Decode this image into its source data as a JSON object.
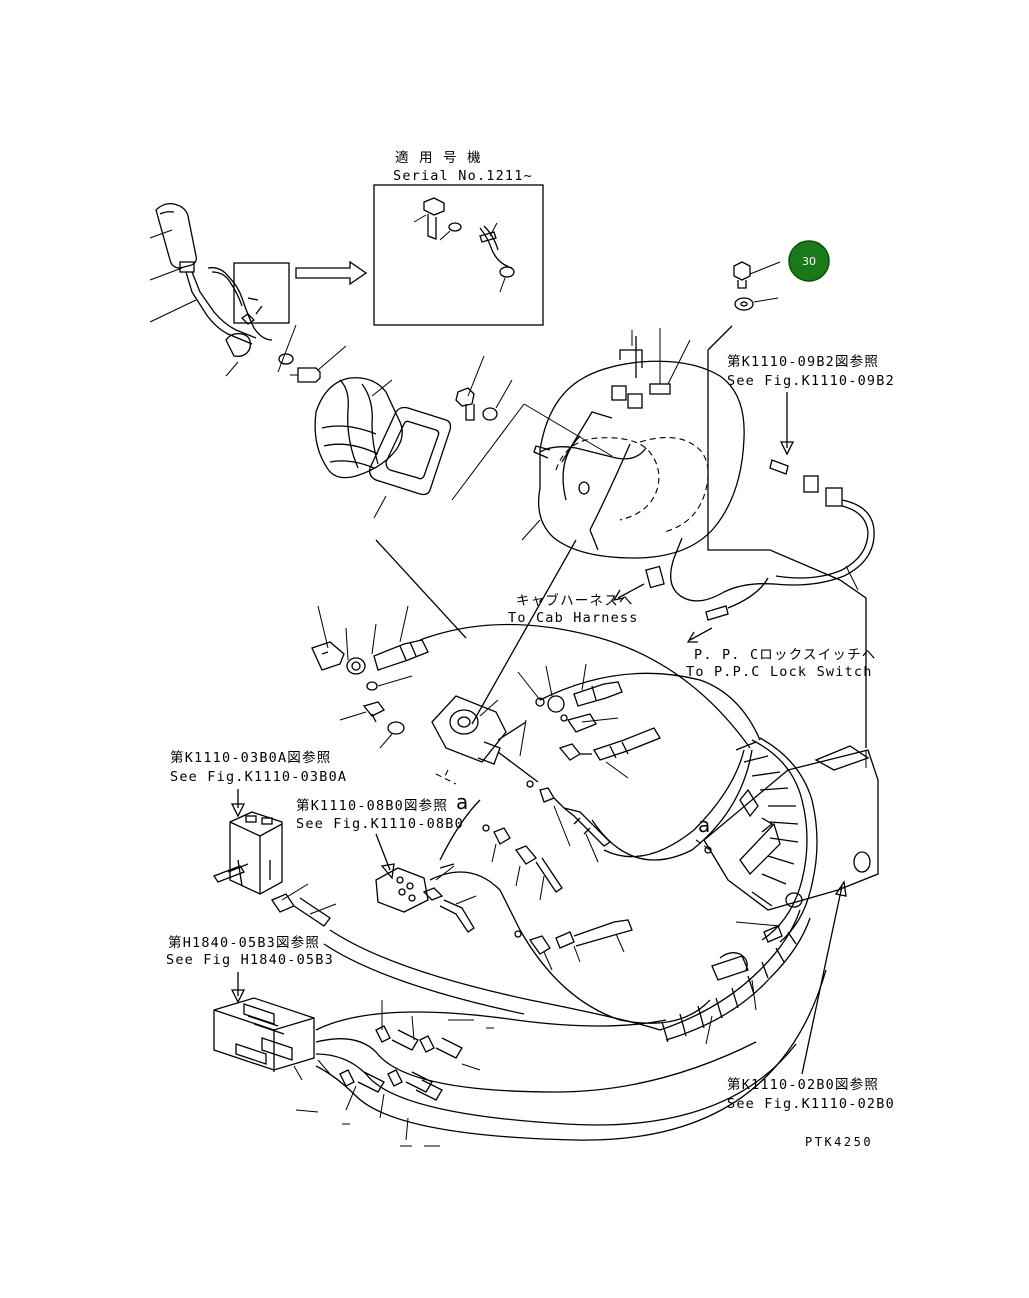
{
  "serial_note": {
    "jp": "適 用 号 機",
    "en": "Serial No.1211~"
  },
  "badge": {
    "label": "30",
    "color": "#1a7a1a"
  },
  "refs": {
    "k1110_09b2": {
      "jp": "第K1110-09B2図参照",
      "en": "See Fig.K1110-09B2"
    },
    "k1110_03b0a": {
      "jp": "第K1110-03B0A図参照",
      "en": "See Fig.K1110-03B0A"
    },
    "k1110_08b0": {
      "jp": "第K1110-08B0図参照",
      "en": "See Fig.K1110-08B0"
    },
    "h1840_05b3": {
      "jp": "第H1840-05B3図参照",
      "en": "See Fig H1840-05B3"
    },
    "k1110_02b0": {
      "jp": "第K1110-02B0図参照",
      "en": "See Fig.K1110-02B0"
    }
  },
  "destinations": {
    "cab_harness": {
      "jp": "キャブハーネスへ",
      "en": "To Cab Harness"
    },
    "ppc_lock": {
      "jp": "P. P. Cロックスイッチへ",
      "en": "To P.P.C Lock Switch"
    }
  },
  "markers": {
    "a1": "a",
    "a2": "a"
  },
  "drawing_code": "PTK4250"
}
